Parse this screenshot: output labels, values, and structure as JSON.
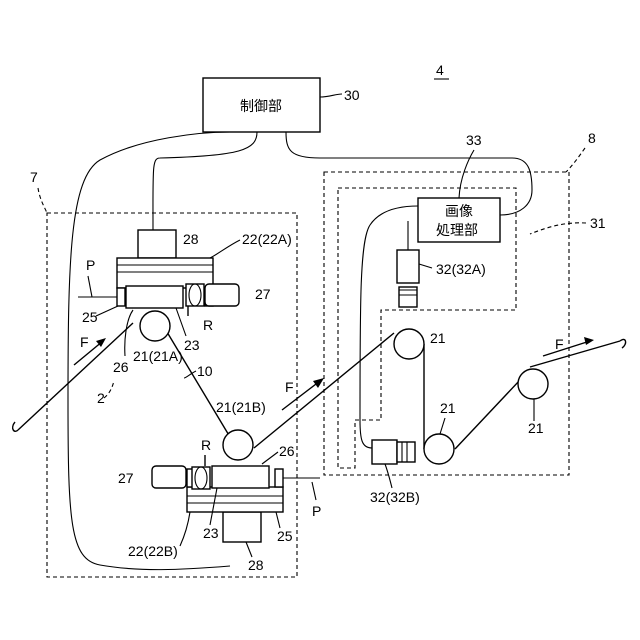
{
  "labels": {
    "fig": "4",
    "control_unit": "制御部",
    "control_ref": "30",
    "image_proc_line1": "画像",
    "image_proc_line2": "処理部",
    "image_proc_ref": "33",
    "inspect_ref": "8",
    "unit7_ref": "7",
    "camera_group_ref": "31",
    "cam_a": "32(32A)",
    "cam_b": "32(32B)",
    "roller21": "21",
    "roller21a": "21(21A)",
    "roller21b": "21(21B)",
    "head_a": "22(22A)",
    "head_b": "22(22B)",
    "ref23": "23",
    "ref25": "25",
    "ref26": "26",
    "ref27": "27",
    "ref28": "28",
    "ref10": "10",
    "ref2": "2",
    "F": "F",
    "P": "P",
    "R": "R"
  }
}
